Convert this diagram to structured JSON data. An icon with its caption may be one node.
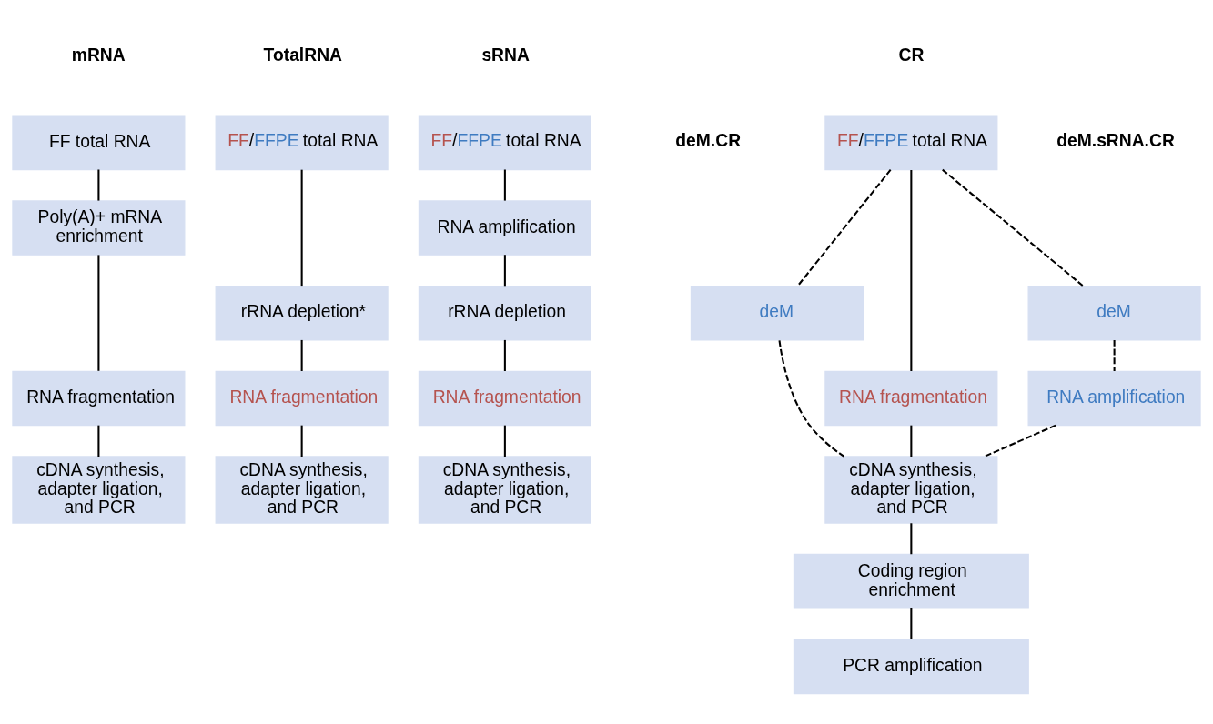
{
  "diagram": {
    "nodes": [
      {
        "text": [
          "FF total RNA"
        ]
      },
      {
        "text": [
          "Poly(A)+ mRNA enrichment"
        ]
      },
      {
        "text": [
          "RNA fragmentation"
        ]
      },
      {
        "text": [
          "cDNA synthesis, adapter ligation, and PCR"
        ]
      },
      {
        "text": [
          "FF/FFPE total RNA"
        ]
      },
      {
        "text": [
          "rRNA depletion*"
        ]
      },
      {
        "text": [
          "RNA fragmentation"
        ]
      },
      {
        "text": [
          "cDNA synthesis, adapter ligation, and PCR"
        ]
      },
      {
        "text": [
          "FF/FFPE total RNA"
        ]
      },
      {
        "text": [
          "RNA amplification"
        ]
      },
      {
        "text": [
          "rRNA depletion"
        ]
      },
      {
        "text": [
          "RNA fragmentation"
        ]
      },
      {
        "text": [
          "cDNA synthesis, adapter ligation, and PCR"
        ]
      },
      {
        "text": [
          "FF/FFPE total RNA"
        ]
      },
      {
        "text": [
          "deM"
        ]
      },
      {
        "text": [
          "deM"
        ]
      },
      {
        "text": [
          "RNA fragmentation"
        ]
      },
      {
        "text": [
          "RNA amplification"
        ]
      },
      {
        "text": [
          "cDNA synthesis, adapter ligation, and PCR"
        ]
      },
      {
        "text": [
          "Coding region enrichment"
        ]
      },
      {
        "text": [
          "PCR amplification"
        ]
      }
    ],
    "edges": [
      {
        "from": 0,
        "to": 1,
        "arrow": "none"
      },
      {
        "from": 1,
        "to": 2,
        "arrow": "none"
      },
      {
        "from": 2,
        "to": 3,
        "arrow": "none"
      },
      {
        "from": 4,
        "to": 5,
        "arrow": "none"
      },
      {
        "from": 5,
        "to": 6,
        "arrow": "none"
      },
      {
        "from": 6,
        "to": 7,
        "arrow": "none"
      },
      {
        "from": 8,
        "to": 9,
        "arrow": "none"
      },
      {
        "from": 9,
        "to": 10,
        "arrow": "none"
      },
      {
        "from": 10,
        "to": 11,
        "arrow": "none"
      },
      {
        "from": 11,
        "to": 12,
        "arrow": "none"
      },
      {
        "from": 13,
        "to": 14,
        "arrow": "none",
        "style": "dashed"
      },
      {
        "from": 13,
        "to": 16,
        "arrow": "none"
      },
      {
        "from": 13,
        "to": 15,
        "arrow": "none",
        "style": "dashed"
      },
      {
        "from": 15,
        "to": 17,
        "arrow": "none",
        "style": "dashed"
      },
      {
        "from": 14,
        "to": 18,
        "arrow": "none",
        "style": "dashed"
      },
      {
        "from": 16,
        "to": 18,
        "arrow": "none"
      },
      {
        "from": 17,
        "to": 18,
        "arrow": "none",
        "style": "dashed"
      },
      {
        "from": 18,
        "to": 19,
        "arrow": "none"
      },
      {
        "from": 19,
        "to": 20,
        "arrow": "none"
      }
    ],
    "labels": [
      "mRNA",
      "TotalRNA",
      "sRNA",
      "CR",
      "deM.CR",
      "deM.sRNA.CR"
    ]
  }
}
